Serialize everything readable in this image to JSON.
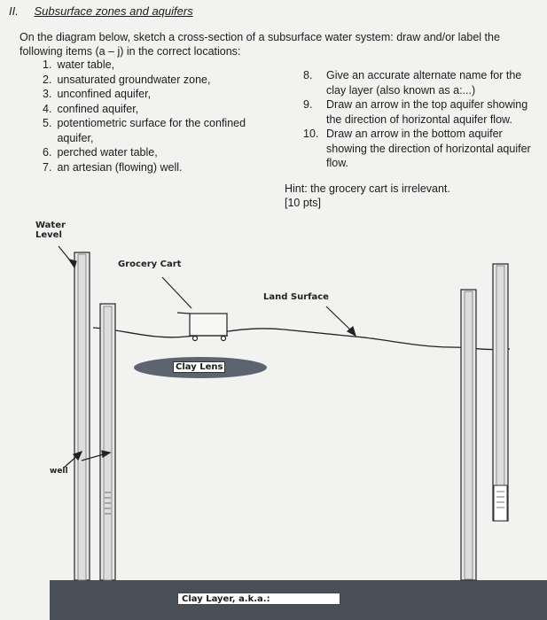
{
  "header": {
    "number": "II.",
    "title": "Subsurface zones and aquifers"
  },
  "instructions": "On the diagram below, sketch a cross-section of a subsurface water system: draw and/or label the following items (a – j) in the correct locations:",
  "left_items": [
    {
      "n": "1.",
      "text": "water table,"
    },
    {
      "n": "2.",
      "text": "unsaturated groundwater zone,"
    },
    {
      "n": "3.",
      "text": "unconfined aquifer,"
    },
    {
      "n": "4.",
      "text": "confined aquifer,"
    },
    {
      "n": "5.",
      "text": "potentiometric surface for the confined aquifer,"
    },
    {
      "n": "6.",
      "text": "perched water table,"
    },
    {
      "n": "7.",
      "text": "an artesian (flowing) well."
    }
  ],
  "right_items": [
    {
      "n": "8.",
      "text": "Give an accurate alternate name for the clay layer (also known as a:...)"
    },
    {
      "n": "9.",
      "text": "Draw an arrow in the top aquifer showing the direction of horizontal aquifer flow."
    },
    {
      "n": "10.",
      "text": "Draw an arrow in the bottom aquifer showing the direction of horizontal aquifer flow."
    }
  ],
  "hint": "Hint: the grocery cart is irrelevant.",
  "points": "[10 pts]",
  "diagram": {
    "water_level_label": "Water Level",
    "grocery_cart_label": "Grocery Cart",
    "land_surface_label": "Land Surface",
    "clay_lens_label": "Clay Lens",
    "well_label": "well",
    "clay_layer_label": "Clay Layer, a.k.a.:"
  },
  "colors": {
    "background": "#f2f2f0",
    "clay": "#4a5058",
    "clay_lens": "#5c6470",
    "ink": "#1c1c1c"
  }
}
